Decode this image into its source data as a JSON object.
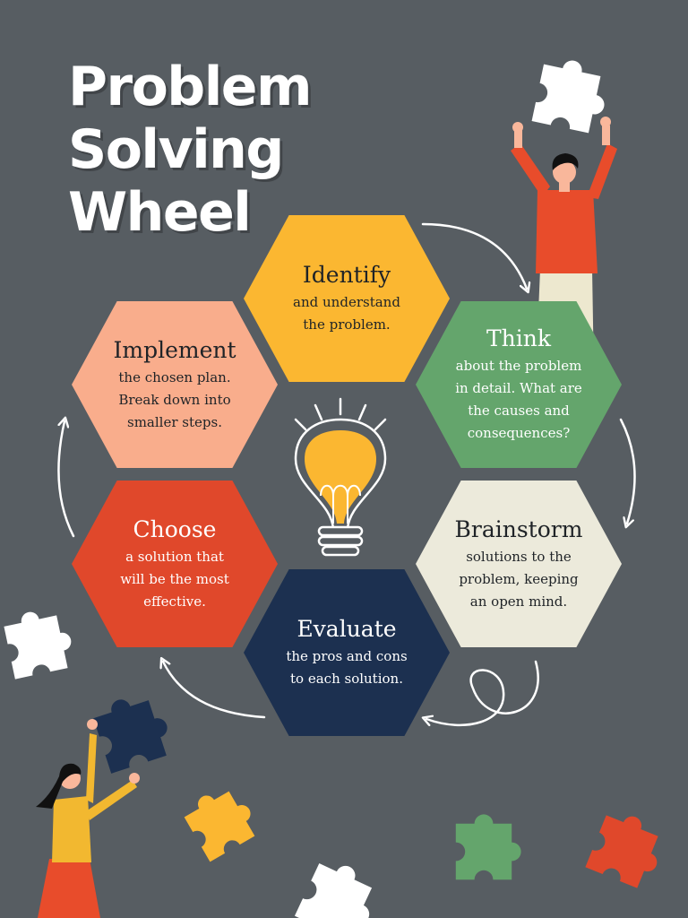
{
  "title": {
    "line1": "Problem",
    "line2": "Solving",
    "line3": "Wheel"
  },
  "colors": {
    "background": "#575d62",
    "identify": "#fbb731",
    "think": "#64a56c",
    "brainstorm": "#eceadb",
    "evaluate": "#1c3050",
    "choose": "#e0482b",
    "implement": "#f9ad8c"
  },
  "steps": [
    {
      "key": "identify",
      "heading": "Identify",
      "text": "and understand\nthe problem."
    },
    {
      "key": "think",
      "heading": "Think",
      "text": "about the problem\nin detail. What are\nthe causes and\nconsequences?"
    },
    {
      "key": "brainstorm",
      "heading": "Brainstorm",
      "text": "solutions to the\nproblem, keeping\nan open mind."
    },
    {
      "key": "evaluate",
      "heading": "Evaluate",
      "text": "the pros and cons\nto each solution."
    },
    {
      "key": "choose",
      "heading": "Choose",
      "text": "a solution that\nwill be the most\neffective."
    },
    {
      "key": "implement",
      "heading": "Implement",
      "text": "the chosen plan.\nBreak down into\nsmaller steps."
    }
  ],
  "icons": {
    "center": "lightbulb-icon",
    "connectors": "curved-arrow-icon",
    "decorations": "puzzle-piece-icon"
  }
}
